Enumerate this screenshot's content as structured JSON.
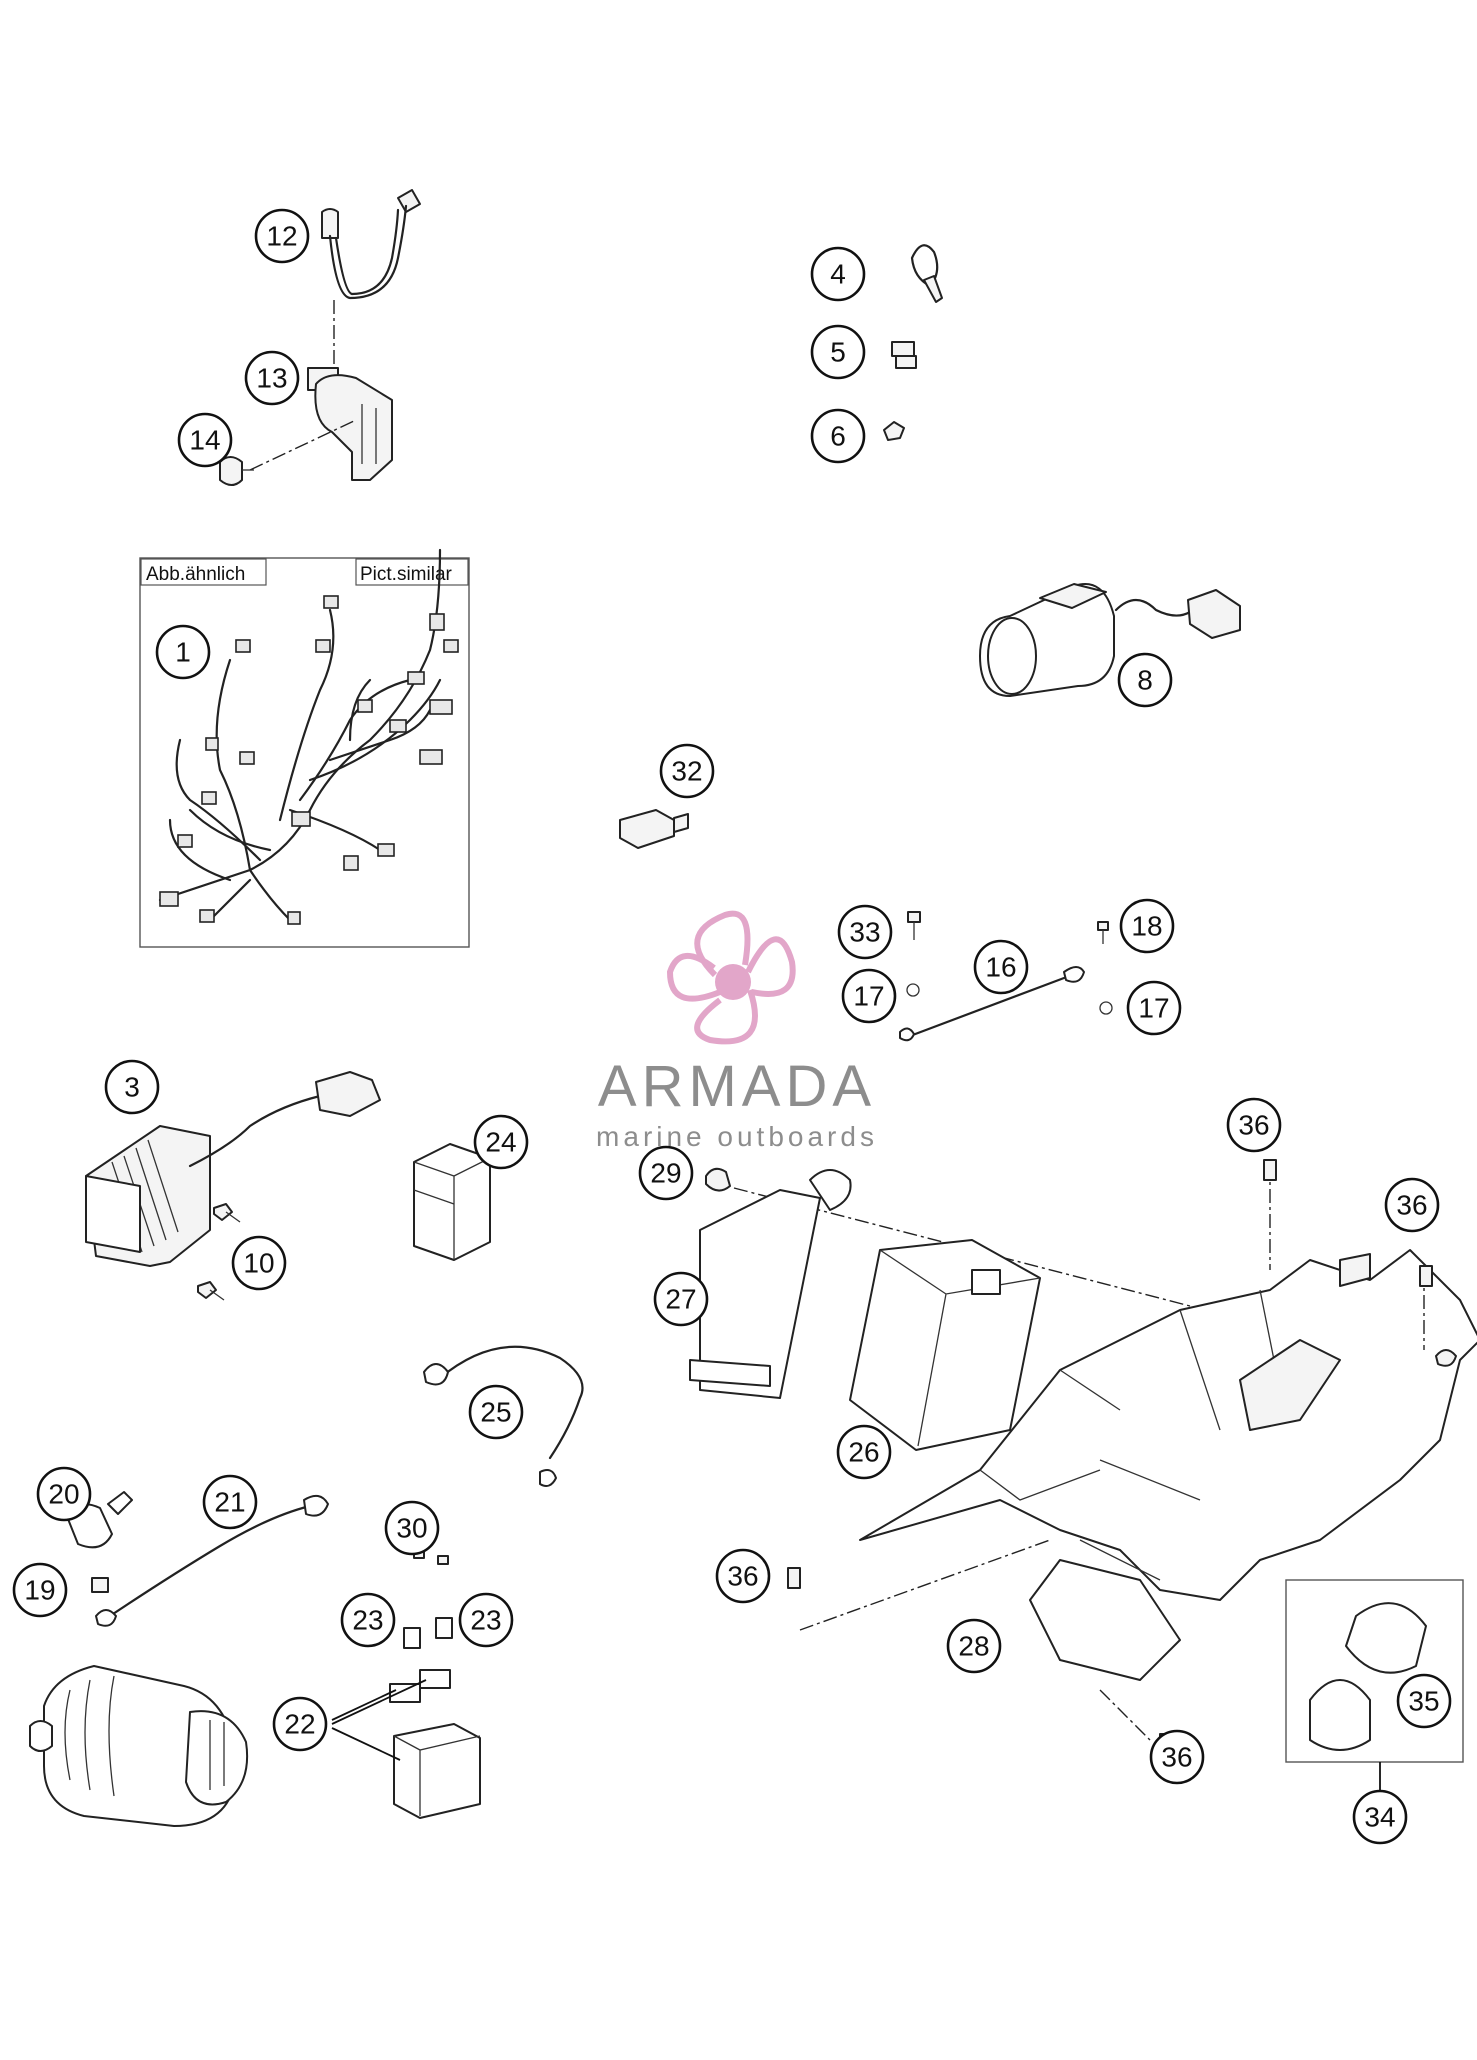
{
  "notice": {
    "de": "Abb.ähnlich",
    "en": "Pict.similar"
  },
  "watermark": {
    "name": "ARMADA",
    "tagline": "marine outboards",
    "color": "#e2a6c9"
  },
  "callouts": [
    {
      "id": "c12",
      "label": "12"
    },
    {
      "id": "c13",
      "label": "13"
    },
    {
      "id": "c14",
      "label": "14"
    },
    {
      "id": "c4",
      "label": "4"
    },
    {
      "id": "c5",
      "label": "5"
    },
    {
      "id": "c6",
      "label": "6"
    },
    {
      "id": "c1",
      "label": "1"
    },
    {
      "id": "c8",
      "label": "8"
    },
    {
      "id": "c32",
      "label": "32"
    },
    {
      "id": "c33",
      "label": "33"
    },
    {
      "id": "c18",
      "label": "18"
    },
    {
      "id": "c16",
      "label": "16"
    },
    {
      "id": "c17a",
      "label": "17"
    },
    {
      "id": "c17b",
      "label": "17"
    },
    {
      "id": "c3",
      "label": "3"
    },
    {
      "id": "c24",
      "label": "24"
    },
    {
      "id": "c10",
      "label": "10"
    },
    {
      "id": "c36a",
      "label": "36"
    },
    {
      "id": "c36b",
      "label": "36"
    },
    {
      "id": "c36c",
      "label": "36"
    },
    {
      "id": "c36d",
      "label": "36"
    },
    {
      "id": "c29",
      "label": "29"
    },
    {
      "id": "c27",
      "label": "27"
    },
    {
      "id": "c26",
      "label": "26"
    },
    {
      "id": "c25",
      "label": "25"
    },
    {
      "id": "c20",
      "label": "20"
    },
    {
      "id": "c21",
      "label": "21"
    },
    {
      "id": "c19",
      "label": "19"
    },
    {
      "id": "c30",
      "label": "30"
    },
    {
      "id": "c23a",
      "label": "23"
    },
    {
      "id": "c23b",
      "label": "23"
    },
    {
      "id": "c22",
      "label": "22"
    },
    {
      "id": "c28",
      "label": "28"
    },
    {
      "id": "c35",
      "label": "35"
    },
    {
      "id": "c34",
      "label": "34"
    }
  ]
}
